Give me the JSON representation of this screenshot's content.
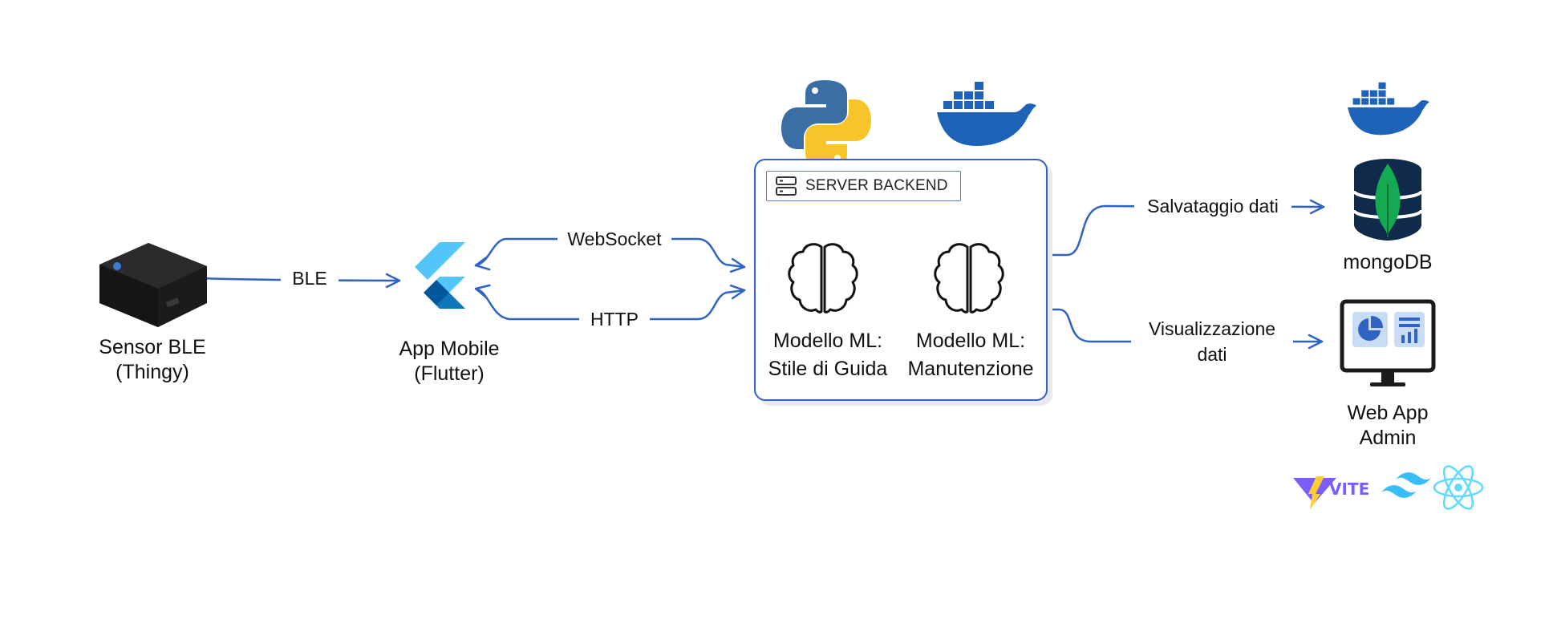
{
  "nodes": {
    "sensor": {
      "line1": "Sensor BLE",
      "line2": "(Thingy)"
    },
    "app": {
      "line1": "App Mobile",
      "line2": "(Flutter)"
    },
    "server": {
      "title": "SERVER BACKEND"
    },
    "ml_style": {
      "line1": "Modello ML:",
      "line2": "Stile di Guida"
    },
    "ml_maint": {
      "line1": "Modello ML:",
      "line2": "Manutenzione"
    },
    "mongodb": {
      "label": "mongoDB"
    },
    "webapp": {
      "line1": "Web App",
      "line2": "Admin"
    }
  },
  "edges": {
    "ble": "BLE",
    "websocket": "WebSocket",
    "http": "HTTP",
    "save": "Salvataggio dati",
    "viz_line1": "Visualizzazione",
    "viz_line2": "dati"
  },
  "logos": {
    "vite_text": "VITE"
  },
  "icons": [
    "python-logo",
    "docker-logo",
    "flutter-logo",
    "mongodb-leaf-icon",
    "dashboard-icon",
    "brain-icon",
    "server-icon",
    "vite-logo",
    "tailwind-logo",
    "react-logo"
  ],
  "colors": {
    "line": "#2f63c4",
    "docker": "#1d63b8",
    "python_blue": "#3a6ea5",
    "python_yellow": "#f7c52b",
    "flutter_light": "#54c5f8",
    "flutter_dark": "#01579b",
    "mongo_green": "#13aa52"
  }
}
